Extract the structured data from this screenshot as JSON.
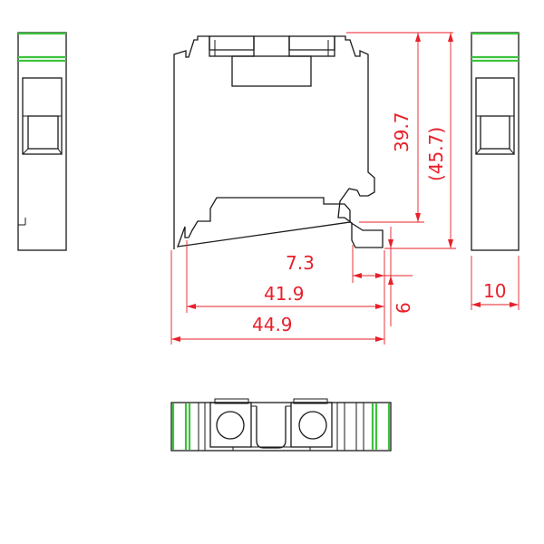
{
  "dimensions": {
    "height_inner": "39.7",
    "height_total": "(45.7)",
    "rail_offset": "7.3",
    "width_inner": "41.9",
    "width_total": "44.9",
    "foot_height": "6",
    "thickness": "10"
  },
  "colors": {
    "outline": "#1a1a1a",
    "dimension": "#e8202a",
    "accent_stripe": "#3cc43c",
    "background": "#ffffff"
  }
}
